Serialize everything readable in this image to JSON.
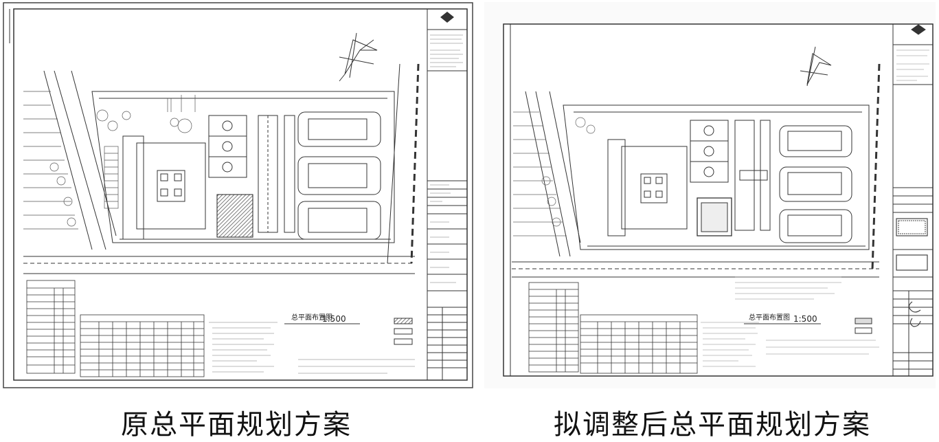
{
  "captions": {
    "left": "原总平面规划方案",
    "right": "拟调整后总平面规划方案"
  },
  "drawings": {
    "left": {
      "scale_title": "总平面布置图",
      "scale": "1:500"
    },
    "right": {
      "scale_title": "总平面布置图",
      "scale": "1:500"
    }
  },
  "colors": {
    "line": "#333333",
    "hatch": "#555555",
    "paper": "#ffffff",
    "gray": "#dddddd"
  }
}
